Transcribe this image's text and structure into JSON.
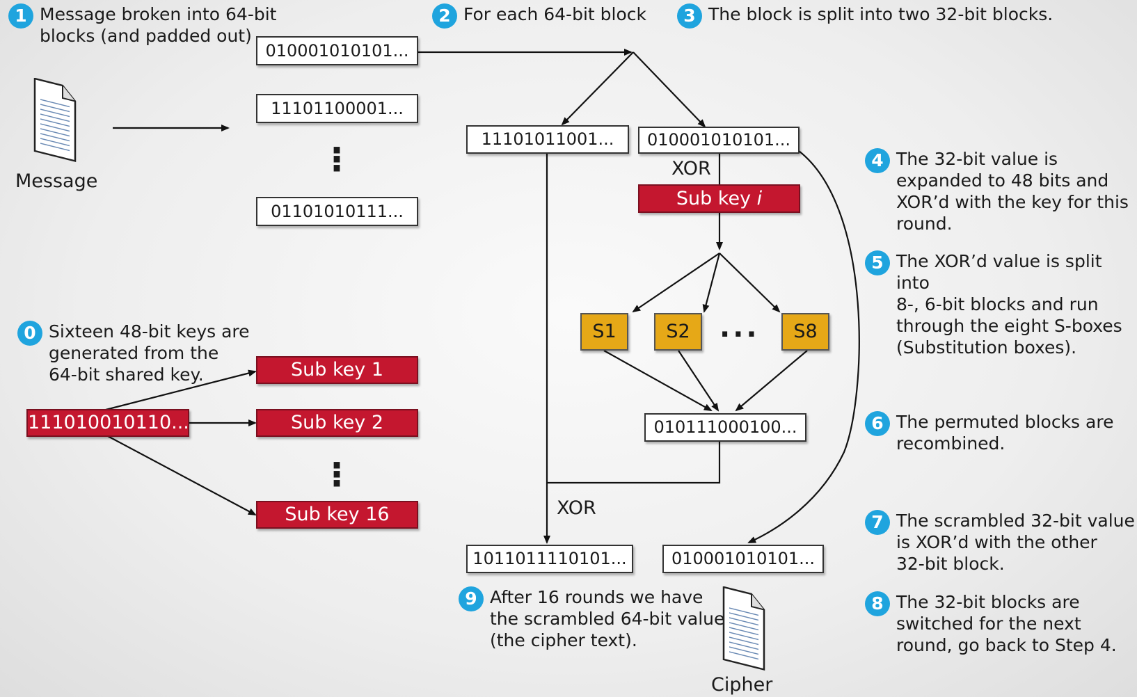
{
  "steps": {
    "s1": {
      "num": "1",
      "text": "Message broken into 64-bit\nblocks (and padded out)"
    },
    "s2": {
      "num": "2",
      "text": "For each 64-bit block"
    },
    "s3": {
      "num": "3",
      "text": "The block is split into two 32-bit blocks."
    },
    "s0": {
      "num": "0",
      "text": "Sixteen 48-bit keys are\ngenerated from the\n64-bit shared key."
    },
    "s4": {
      "num": "4",
      "text": "The 32-bit value is\nexpanded to 48 bits and\nXOR’d with the key for this\nround."
    },
    "s5": {
      "num": "5",
      "text": "The XOR’d value is split into\n8-, 6-bit blocks and run\nthrough the eight S-boxes\n(Substitution boxes)."
    },
    "s6": {
      "num": "6",
      "text": "The permuted blocks are\nrecombined."
    },
    "s7": {
      "num": "7",
      "text": "The scrambled 32-bit value\nis XOR’d with the other\n32-bit block."
    },
    "s8": {
      "num": "8",
      "text": "The 32-bit blocks are\nswitched for the next\nround, go back to Step 4."
    },
    "s9": {
      "num": "9",
      "text": "After 16 rounds we have\nthe scrambled 64-bit value\n(the cipher text)."
    }
  },
  "labels": {
    "message": "Message",
    "cipher": "Cipher",
    "xor_top": "XOR",
    "xor_bottom": "XOR"
  },
  "blocks": {
    "msg1": "010001010101...",
    "msg2": "11101100001...",
    "msg3": "01101010111...",
    "left": "11101011001...",
    "right": "010001010101...",
    "recombined": "010111000100...",
    "out_left": "1011011110101...",
    "out_right": "010001010101..."
  },
  "keys": {
    "shared": "111010010110...",
    "k1": "Sub key 1",
    "k2": "Sub key 2",
    "k16": "Sub key 16",
    "subkey_prefix": "Sub key ",
    "subkey_var": "i"
  },
  "sboxes": [
    "S1",
    "S2",
    "S8"
  ],
  "ellipsis": "...",
  "colors": {
    "step_badge": "#1fa4de",
    "key_red": "#c4172f",
    "sbox_gold": "#e6a817"
  }
}
